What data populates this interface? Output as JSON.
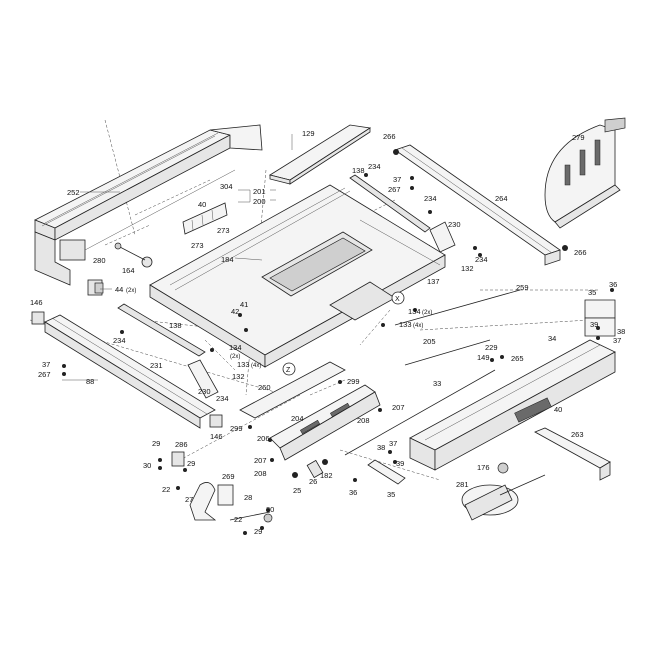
{
  "callouts": [
    {
      "id": "c252",
      "text": "252"
    },
    {
      "id": "c129",
      "text": "129"
    },
    {
      "id": "c266a",
      "text": "266"
    },
    {
      "id": "c279",
      "text": "279"
    },
    {
      "id": "c138a",
      "text": "138"
    },
    {
      "id": "c234a",
      "text": "234"
    },
    {
      "id": "c37a",
      "text": "37"
    },
    {
      "id": "c267a",
      "text": "267"
    },
    {
      "id": "c304",
      "text": "304"
    },
    {
      "id": "c201",
      "text": "201"
    },
    {
      "id": "c200",
      "text": "200"
    },
    {
      "id": "c40a",
      "text": "40"
    },
    {
      "id": "c234b",
      "text": "234"
    },
    {
      "id": "c264",
      "text": "264"
    },
    {
      "id": "c273a",
      "text": "273"
    },
    {
      "id": "c273b",
      "text": "273"
    },
    {
      "id": "c230a",
      "text": "230"
    },
    {
      "id": "c266b",
      "text": "266"
    },
    {
      "id": "c280",
      "text": "280"
    },
    {
      "id": "c184",
      "text": "184"
    },
    {
      "id": "c234c",
      "text": "234"
    },
    {
      "id": "c164",
      "text": "164"
    },
    {
      "id": "c132a",
      "text": "132"
    },
    {
      "id": "c137",
      "text": "137"
    },
    {
      "id": "c44",
      "text": "44"
    },
    {
      "id": "c44q",
      "text": "(2x)"
    },
    {
      "id": "c259",
      "text": "259"
    },
    {
      "id": "c35a",
      "text": "35"
    },
    {
      "id": "c36a",
      "text": "36"
    },
    {
      "id": "c146a",
      "text": "146"
    },
    {
      "id": "c41",
      "text": "41"
    },
    {
      "id": "c42",
      "text": "42"
    },
    {
      "id": "cX",
      "text": "X"
    },
    {
      "id": "c134a",
      "text": "134"
    },
    {
      "id": "c134aq",
      "text": "(2x)"
    },
    {
      "id": "c133a",
      "text": "133"
    },
    {
      "id": "c133aq",
      "text": "(4x)"
    },
    {
      "id": "c39a",
      "text": "39"
    },
    {
      "id": "c38a",
      "text": "38"
    },
    {
      "id": "c37b",
      "text": "37"
    },
    {
      "id": "c138b",
      "text": "138"
    },
    {
      "id": "c234d",
      "text": "234"
    },
    {
      "id": "c205",
      "text": "205"
    },
    {
      "id": "c229",
      "text": "229"
    },
    {
      "id": "c34",
      "text": "34"
    },
    {
      "id": "c134b",
      "text": "134"
    },
    {
      "id": "c134bq",
      "text": "(2x)"
    },
    {
      "id": "c133b",
      "text": "133"
    },
    {
      "id": "c133bq",
      "text": "(4x)"
    },
    {
      "id": "c149",
      "text": "149"
    },
    {
      "id": "c265",
      "text": "265"
    },
    {
      "id": "c37c",
      "text": "37"
    },
    {
      "id": "c267b",
      "text": "267"
    },
    {
      "id": "c231",
      "text": "231"
    },
    {
      "id": "cZ",
      "text": "Z"
    },
    {
      "id": "c132b",
      "text": "132"
    },
    {
      "id": "c299a",
      "text": "299"
    },
    {
      "id": "c88",
      "text": "88"
    },
    {
      "id": "c260",
      "text": "260"
    },
    {
      "id": "c33",
      "text": "33"
    },
    {
      "id": "c230b",
      "text": "230"
    },
    {
      "id": "c234e",
      "text": "234"
    },
    {
      "id": "c40b",
      "text": "40"
    },
    {
      "id": "c207a",
      "text": "207"
    },
    {
      "id": "c299b",
      "text": "299"
    },
    {
      "id": "c204",
      "text": "204"
    },
    {
      "id": "c146b",
      "text": "146"
    },
    {
      "id": "c263",
      "text": "263"
    },
    {
      "id": "c206",
      "text": "206"
    },
    {
      "id": "c208a",
      "text": "208"
    },
    {
      "id": "c29a",
      "text": "29"
    },
    {
      "id": "c286",
      "text": "286"
    },
    {
      "id": "c38b",
      "text": "38"
    },
    {
      "id": "c37d",
      "text": "37"
    },
    {
      "id": "c39b",
      "text": "39"
    },
    {
      "id": "c30a",
      "text": "30"
    },
    {
      "id": "c29b",
      "text": "29"
    },
    {
      "id": "c207b",
      "text": "207"
    },
    {
      "id": "c176",
      "text": "176"
    },
    {
      "id": "c208b",
      "text": "208"
    },
    {
      "id": "c269",
      "text": "269"
    },
    {
      "id": "c25",
      "text": "25"
    },
    {
      "id": "c26",
      "text": "26"
    },
    {
      "id": "c182",
      "text": "182"
    },
    {
      "id": "c36b",
      "text": "36"
    },
    {
      "id": "c35b",
      "text": "35"
    },
    {
      "id": "c22a",
      "text": "22"
    },
    {
      "id": "c281",
      "text": "281"
    },
    {
      "id": "c27",
      "text": "27"
    },
    {
      "id": "c28",
      "text": "28"
    },
    {
      "id": "c22b",
      "text": "22"
    },
    {
      "id": "c30b",
      "text": "30"
    },
    {
      "id": "c29c",
      "text": "29"
    }
  ],
  "colors": {
    "line": "#222222",
    "background": "#ffffff",
    "shade": "#e6e6e6",
    "dark": "#6a6a6a"
  }
}
